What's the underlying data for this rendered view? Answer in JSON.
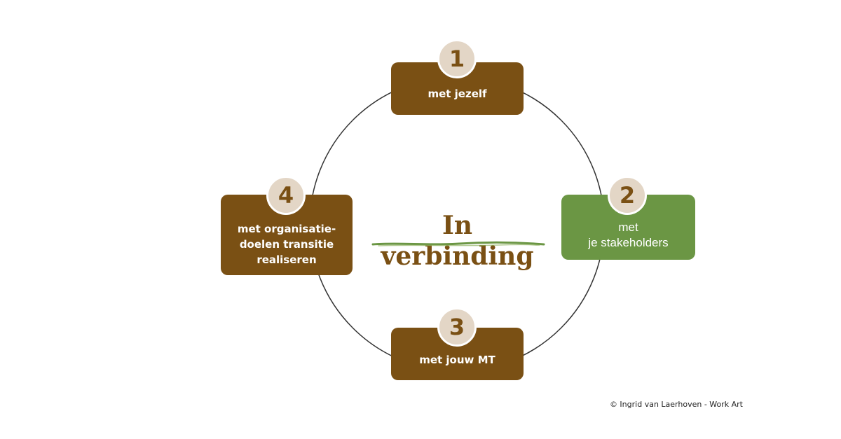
{
  "diagram": {
    "center_title": "In verbinding",
    "nodes": [
      {
        "number": "1",
        "label": "met jezelf"
      },
      {
        "number": "2",
        "label": "met\nje stakeholders"
      },
      {
        "number": "3",
        "label": "met jouw MT"
      },
      {
        "number": "4",
        "label": "met organisatie-\ndoelen transitie\nrealiseren"
      }
    ]
  },
  "credit": "© Ingrid van Laerhoven - Work Art",
  "colors": {
    "brown": "#7a5014",
    "green": "#6b9644",
    "badge": "#e3d6c6",
    "ring": "#333333"
  }
}
